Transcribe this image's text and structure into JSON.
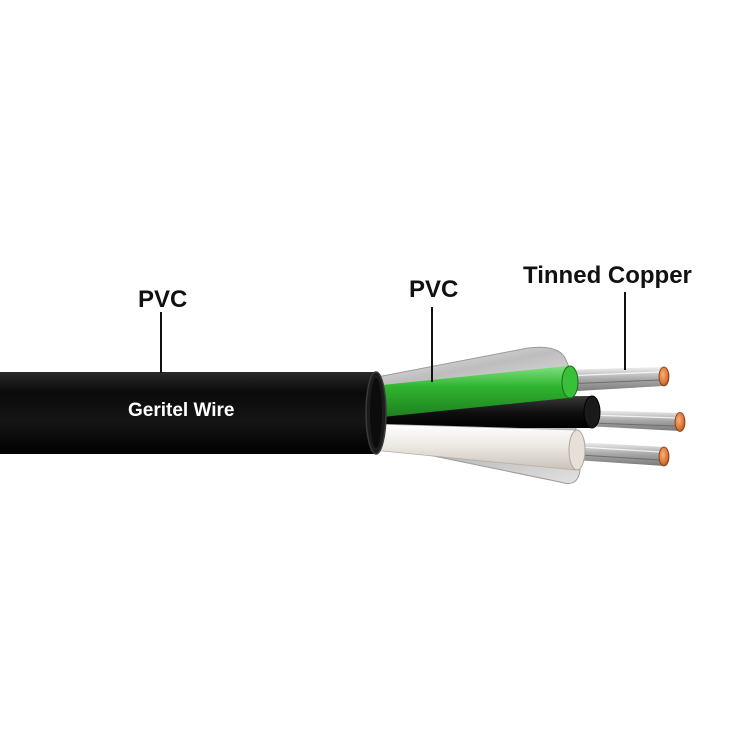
{
  "labels": {
    "outer_jacket": "PVC",
    "inner_insulation": "PVC",
    "conductor": "Tinned Copper",
    "brand": "Geritel Wire"
  },
  "colors": {
    "jacket": "#0b0b0b",
    "green_insulation": "#2fb52f",
    "white_insulation": "#ece7e1",
    "black_insulation": "#101010",
    "foil": "#d7d7d7",
    "copper": "#e07838",
    "tinned_strand": "#b9b9b9",
    "leader_line": "#111111"
  }
}
